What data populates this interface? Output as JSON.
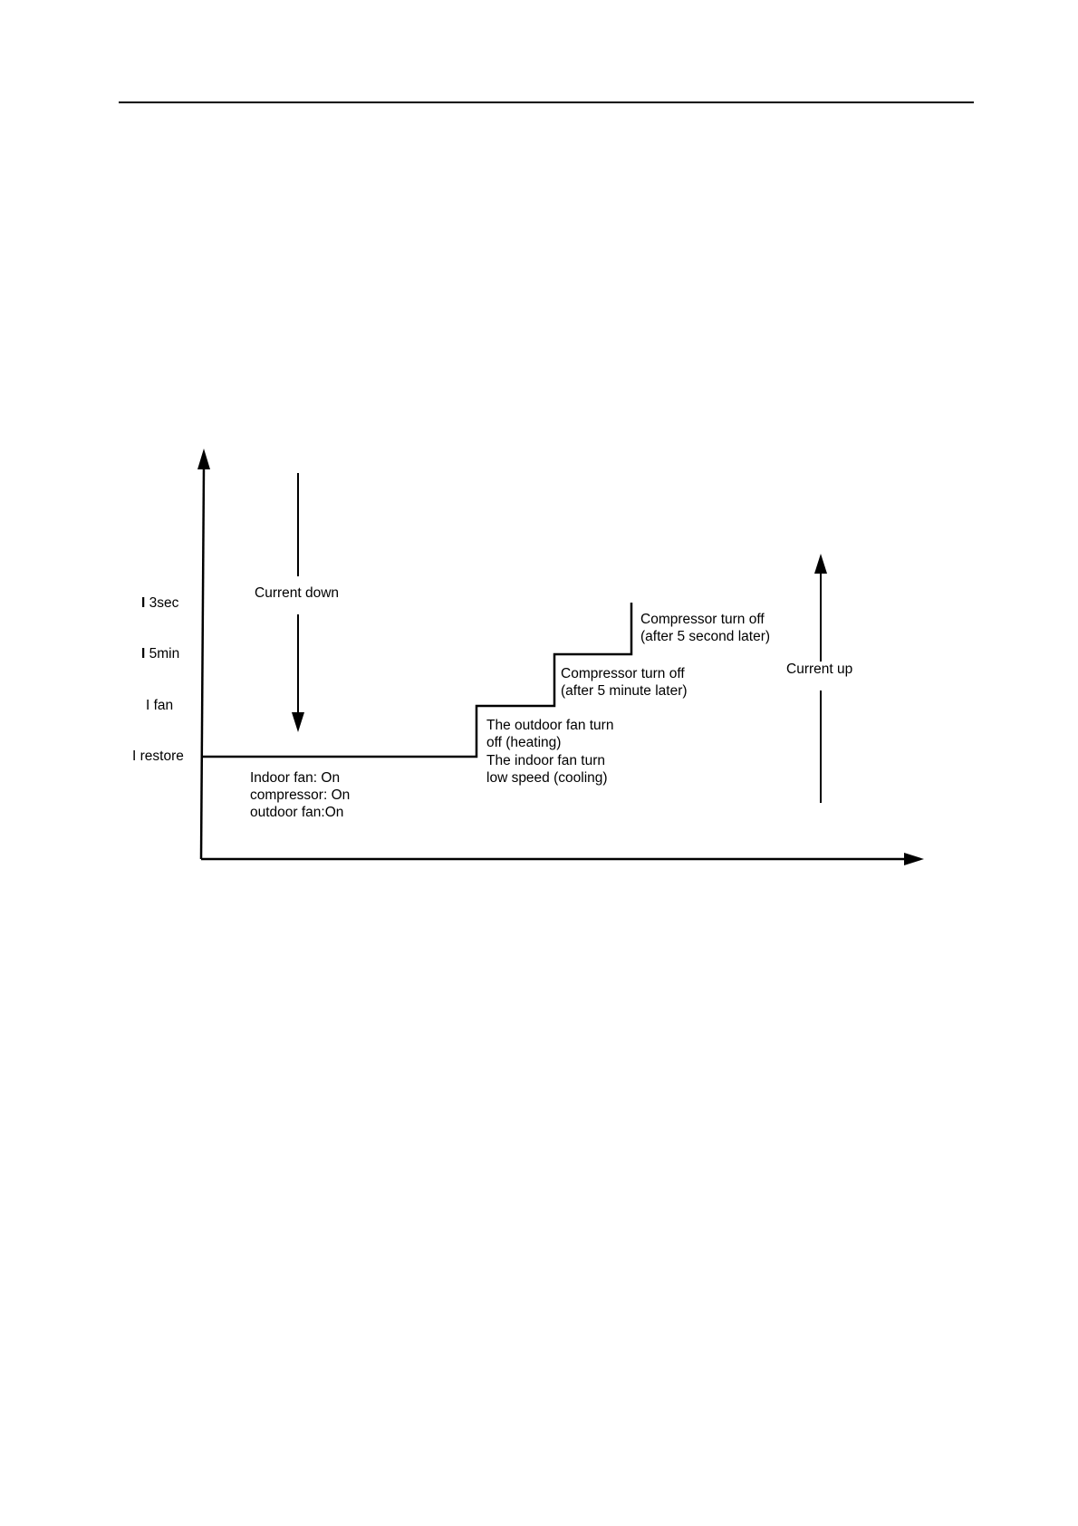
{
  "levels": [
    {
      "label": "3sec"
    },
    {
      "label": "5min"
    },
    {
      "label": "fan"
    },
    {
      "label": "restore"
    }
  ],
  "level_prefix": "I",
  "arrows": {
    "down_label": "Current down",
    "up_label": "Current up"
  },
  "notes": {
    "restore": [
      "Indoor fan: On",
      "compressor: On",
      "outdoor fan:On"
    ],
    "fan": [
      "The outdoor fan turn",
      "off (heating)",
      "The indoor fan turn",
      "low speed (cooling)"
    ],
    "min5": [
      "Compressor turn off",
      "(after 5 minute later)"
    ],
    "sec3": [
      "Compressor turn off",
      "(after 5 second later)"
    ]
  }
}
